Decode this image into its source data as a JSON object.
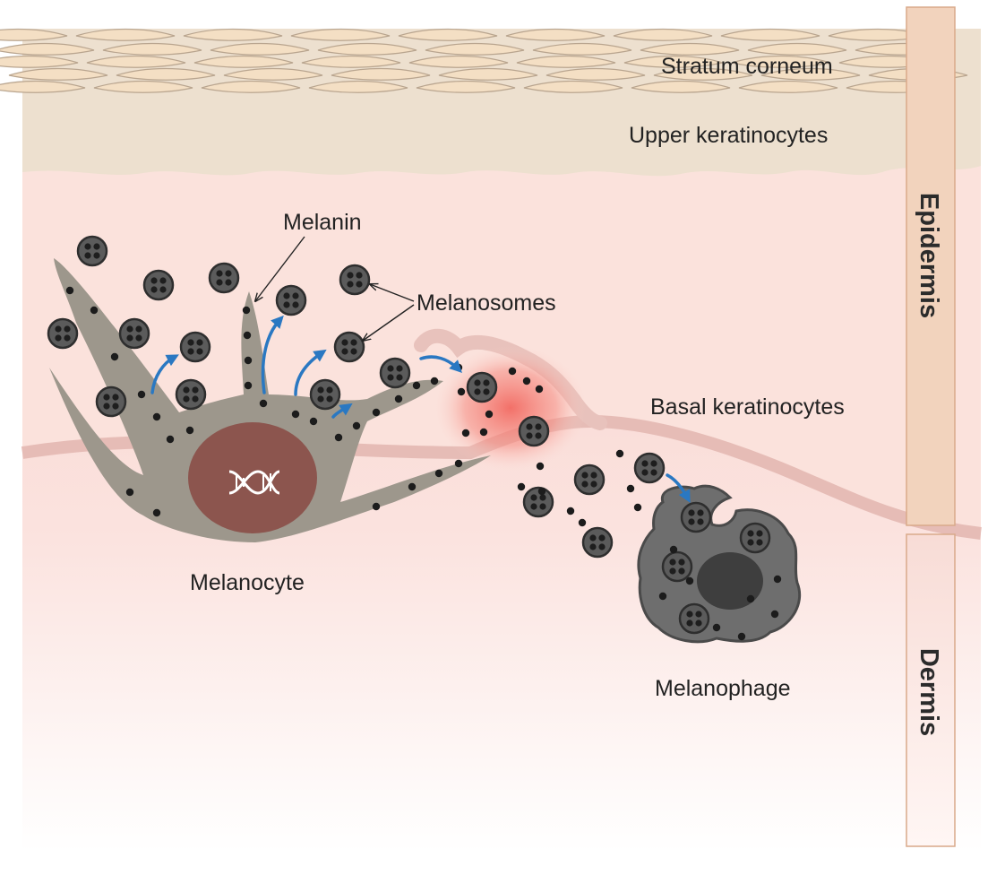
{
  "labels": {
    "stratum_corneum": "Stratum corneum",
    "upper_keratinocytes": "Upper keratinocytes",
    "melanin": "Melanin",
    "melanosomes": "Melanosomes",
    "basal_keratinocytes": "Basal keratinocytes",
    "melanocyte": "Melanocyte",
    "melanophage": "Melanophage"
  },
  "layers": {
    "epidermis": "Epidermis",
    "dermis": "Dermis"
  },
  "colors": {
    "stratum": "#efdcc6",
    "stratum_cell": "#f4dfc4",
    "epidermis": "#fbe2dc",
    "dermis": "#f9d3cc",
    "basement": "#e9b9b4",
    "melanocyte": "#9d978c",
    "nucleus": "#8c554e",
    "melanosome": "#5b5b5b",
    "arrow": "#2a78c2",
    "melanophage": "#6e6e6e",
    "layer_bar": "#f2d3bd",
    "inflammation": "#f27a70"
  }
}
